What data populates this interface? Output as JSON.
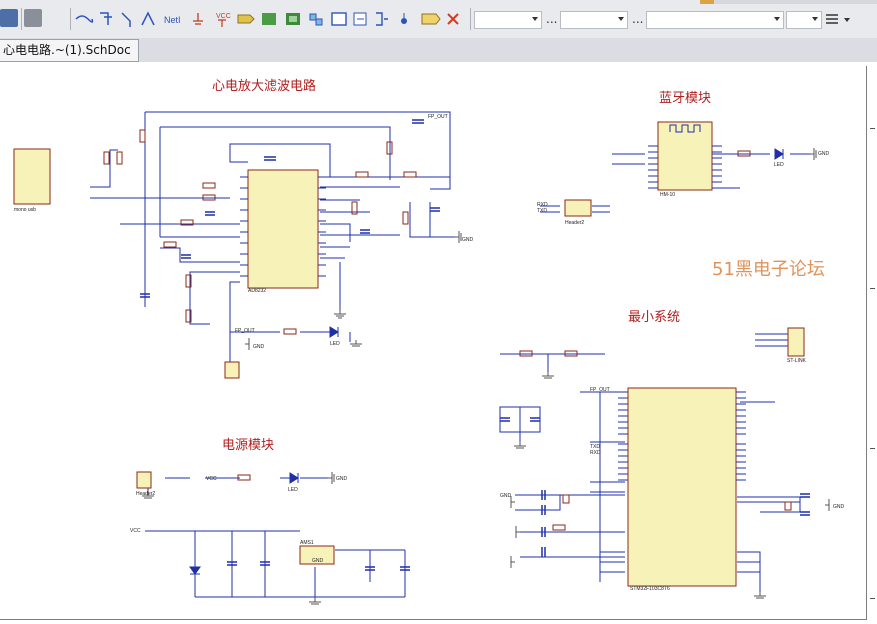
{
  "toolbar": {
    "separator_dots": [
      "...",
      "...",
      "..."
    ],
    "net_label_text": "NetI",
    "vcc_text": "VCC"
  },
  "document_tab": {
    "label": "心电电路.~(1).SchDoc"
  },
  "sections": {
    "ecg_amp": "心电放大滤波电路",
    "bluetooth": "蓝牙模块",
    "min_system": "最小系统",
    "power": "电源模块"
  },
  "watermark": "51黑电子论坛",
  "schematic_text": {
    "ad8232": "AD8232",
    "hm10": "HM-10",
    "stm32": "STM32F103C8T6",
    "ams1117": "AMS1",
    "gnd": "GND",
    "vcc": "VCC",
    "fp_out": "FP_OUT",
    "rxd": "RXD",
    "txd": "TXD",
    "led": "LED",
    "header2": "Header2",
    "stlink": "ST-LINK",
    "mono_usb": "mono usb"
  }
}
